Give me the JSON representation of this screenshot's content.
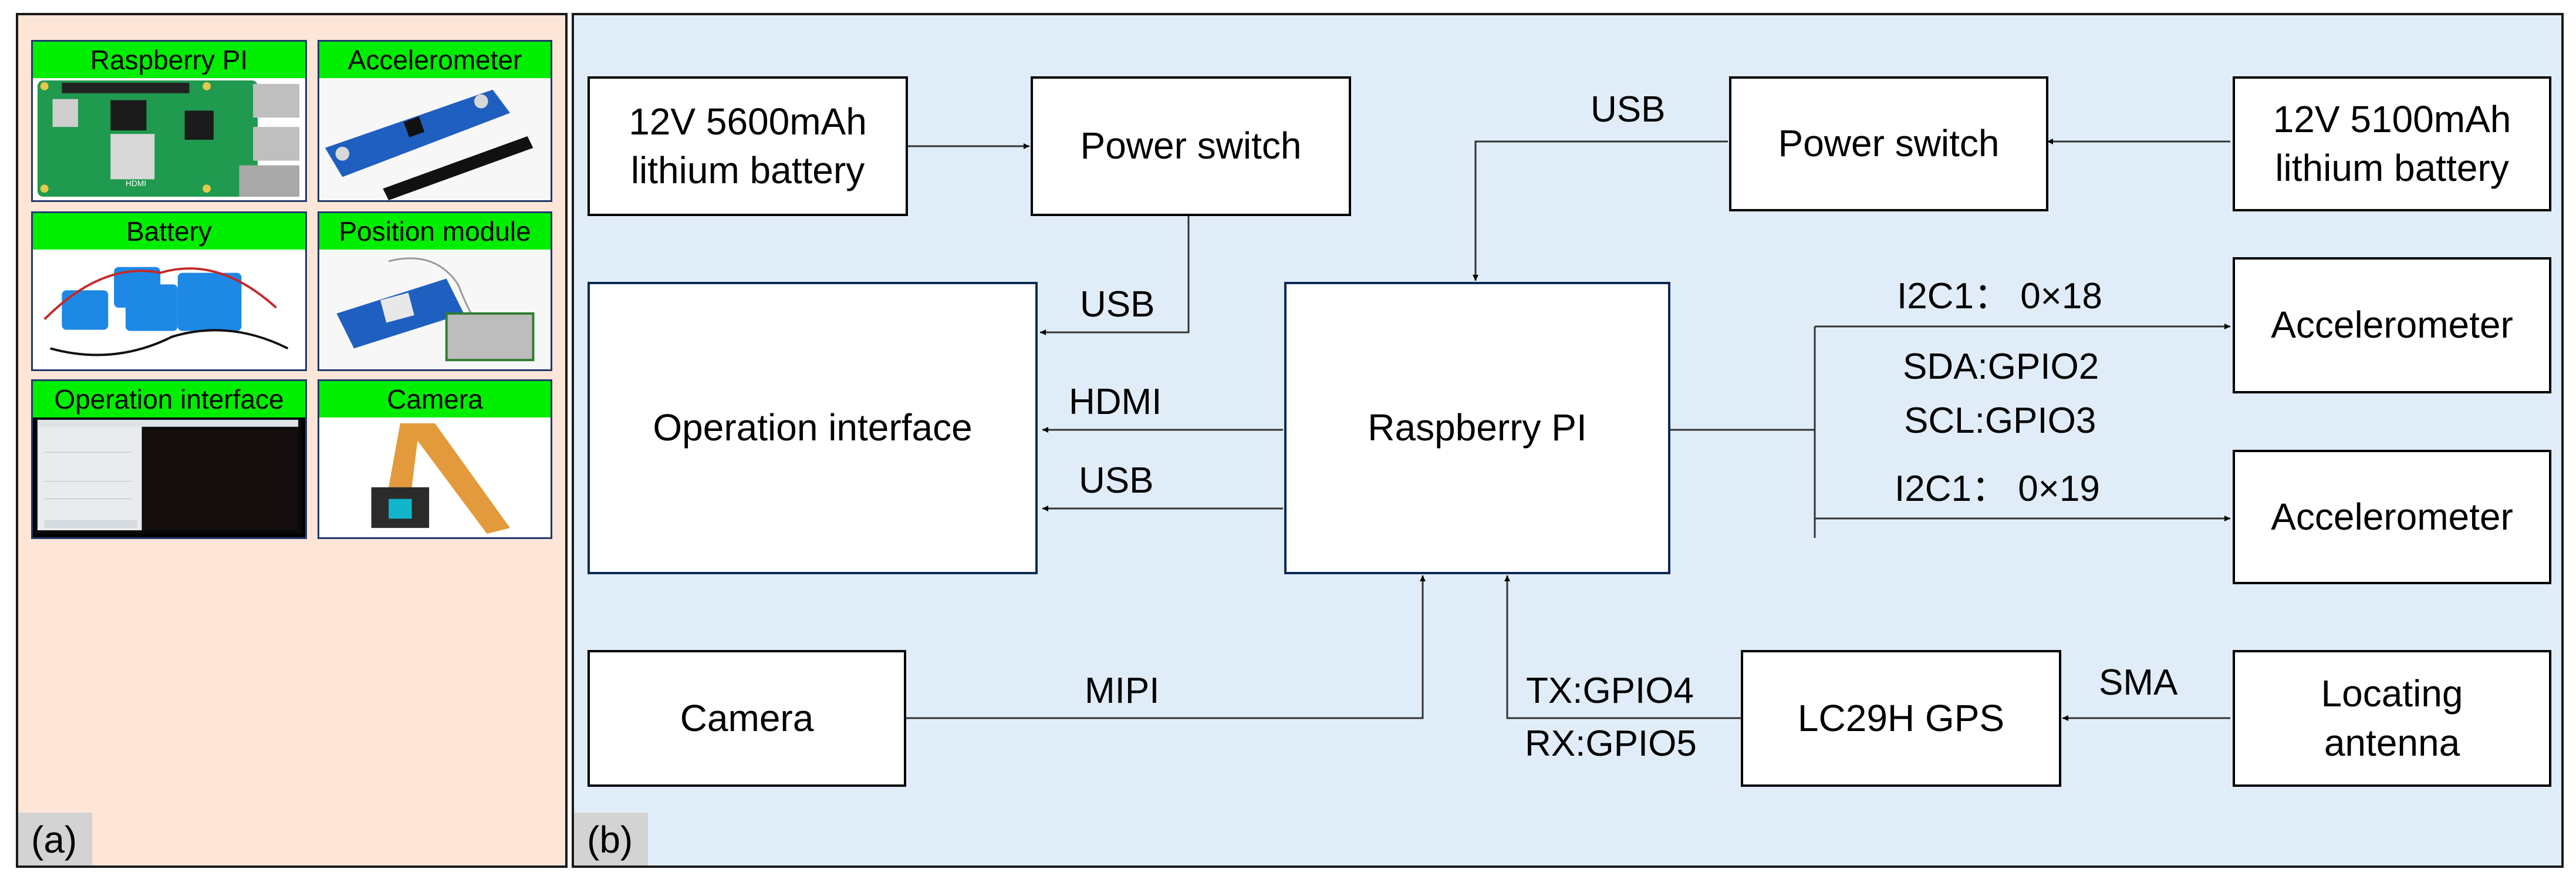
{
  "panel_a": {
    "tag": "(a)",
    "cards": [
      {
        "title": "Raspberry PI",
        "image": "raspberry-pi-board"
      },
      {
        "title": "Accelerometer",
        "image": "accelerometer-module"
      },
      {
        "title": "Battery",
        "image": "lithium-battery-packs"
      },
      {
        "title": "Position module",
        "image": "gps-module-with-antenna"
      },
      {
        "title": "Operation interface",
        "image": "touchscreen-display"
      },
      {
        "title": "Camera",
        "image": "camera-module-with-ribbon"
      }
    ]
  },
  "panel_b": {
    "tag": "(b)",
    "blocks": {
      "battery_left": [
        "12V 5600mAh",
        "lithium battery"
      ],
      "power_switch_left": "Power switch",
      "power_switch_right": "Power switch",
      "battery_right": [
        "12V 5100mAh",
        "lithium battery"
      ],
      "operation_interface": "Operation interface",
      "raspberry_pi": "Raspberry PI",
      "accelerometer_1": "Accelerometer",
      "accelerometer_2": "Accelerometer",
      "camera": "Camera",
      "gps": "LC29H GPS",
      "antenna": [
        "Locating",
        "antenna"
      ]
    },
    "labels": {
      "usb_top": "USB",
      "usb_switch": "USB",
      "hdmi": "HDMI",
      "usb_bottom": "USB",
      "i2c_1": "I2C1： 0×18",
      "sda": "SDA:GPIO2",
      "scl": "SCL:GPIO3",
      "i2c_2": "I2C1： 0×19",
      "mipi": "MIPI",
      "tx": "TX:GPIO4",
      "rx": "RX:GPIO5",
      "sma": "SMA"
    }
  },
  "colors": {
    "panel_a_bg": "#fde5d8",
    "panel_b_bg": "#e0edf9",
    "card_header": "#00ee00",
    "tag_bg": "#d3d3d3"
  }
}
